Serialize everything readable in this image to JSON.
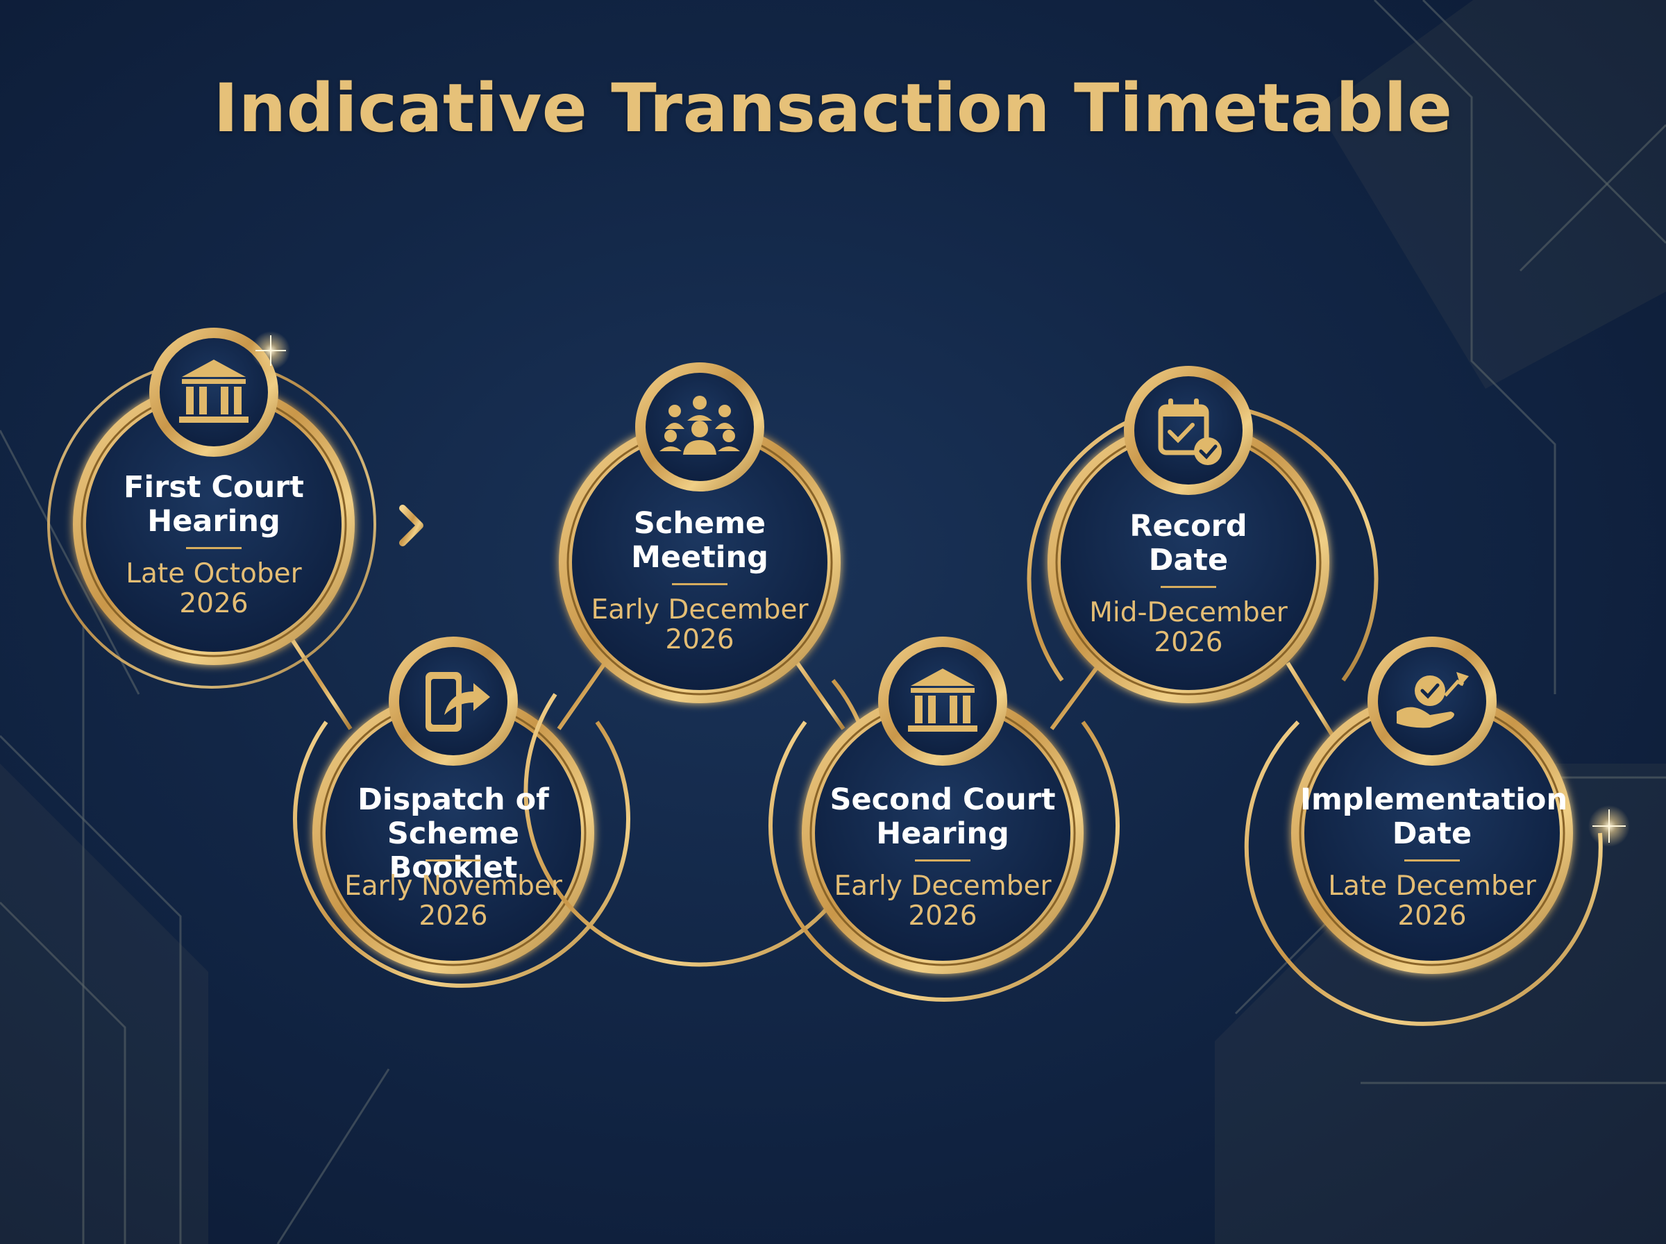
{
  "title": "Indicative Transaction Timetable",
  "milestones": [
    {
      "label": "First Court\nHearing",
      "date": "Late October\n2026",
      "icon": "court-building-icon"
    },
    {
      "label": "Dispatch of\nScheme Booklet",
      "date": "Early November\n2026",
      "icon": "document-send-icon"
    },
    {
      "label": "Scheme\nMeeting",
      "date": "Early December\n2026",
      "icon": "people-group-icon"
    },
    {
      "label": "Second Court\nHearing",
      "date": "Early December\n2026",
      "icon": "court-building-icon"
    },
    {
      "label": "Record\nDate",
      "date": "Mid-December\n2026",
      "icon": "calendar-check-icon"
    },
    {
      "label": "Implementation\nDate",
      "date": "Late December\n2026",
      "icon": "hand-check-growth-icon"
    }
  ],
  "colors": {
    "background": "#122646",
    "gold": "#d7ad5e",
    "gold_text": "#e6c179",
    "circle_fill": "#13284a"
  }
}
